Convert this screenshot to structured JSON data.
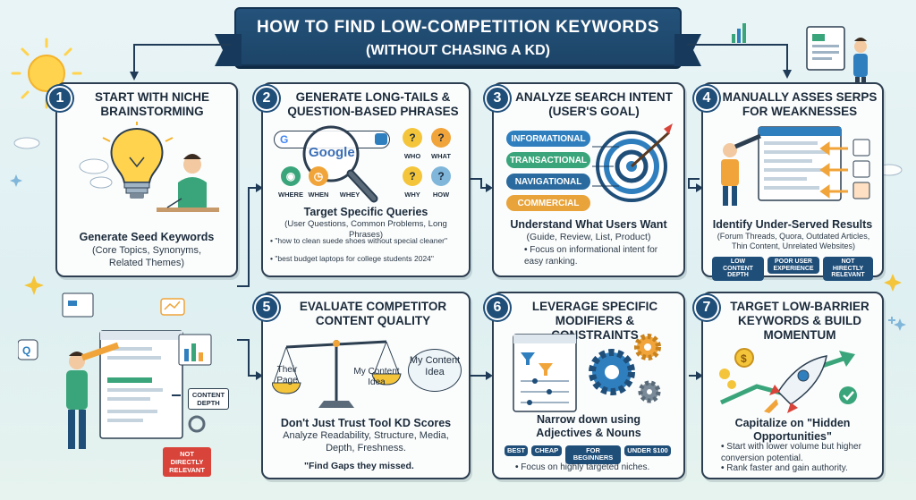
{
  "title": {
    "line1": "HOW TO FIND LOW-COMPETITION KEYWORDS",
    "line2": "(WITHOUT CHASING A KD)"
  },
  "steps": [
    {
      "num": "1",
      "title": "START WITH NICHE BRAINSTORMING",
      "subtitle": "Generate Seed Keywords",
      "detail": "(Core Topics, Synonyms, Related Themes)"
    },
    {
      "num": "2",
      "title": "GENERATE LONG-TAILS & QUESTION-BASED PHRASES",
      "search_word": "Google",
      "questions": [
        "WHO",
        "WHAT",
        "WHERE",
        "WHEN",
        "WHEY",
        "WHY",
        "HOW"
      ],
      "subtitle": "Target Specific Queries",
      "detail": "(User Questions, Common Problems, Long Phrases)",
      "bullets": [
        "\"how to clean suede shoes without special cleaner\"",
        "\"best budget laptops for college students 2024\""
      ]
    },
    {
      "num": "3",
      "title": "ANALYZE SEARCH INTENT (USER'S GOAL)",
      "intents": [
        "INFORMATIONAL",
        "TRANSACTIONAL",
        "NAVIGATIONAL",
        "COMMERCIAL"
      ],
      "subtitle": "Understand What Users Want",
      "detail": "(Guide, Review, List, Product)",
      "bullet": "Focus on informational intent for easy ranking."
    },
    {
      "num": "4",
      "title": "MANUALLY ASSES SERPS FOR WEAKNESSES",
      "subtitle": "Identify Under-Served Results",
      "detail": "(Forum Threads, Quora, Outdated Articles, Thin Content, Unrelated Websites)",
      "tags": [
        "LOW CONTENT DEPTH",
        "POOR USER EXPERIENCE",
        "NOT HIRECTLY RELEVANT"
      ]
    },
    {
      "num": "5",
      "title": "EVALUATE COMPETITOR CONTENT QUALITY",
      "scale_left": "Their Page",
      "scale_right": "My Content Idea",
      "bubble": "My Content Idea",
      "subtitle": "Don't Just Trust Tool KD Scores",
      "detail": "Analyze Readability, Structure, Media, Depth, Freshness.",
      "quote": "\"Find Gaps they missed."
    },
    {
      "num": "6",
      "title": "LEVERAGE SPECIFIC MODIFIERS & CONSTRAINTS",
      "subtitle": "Narrow down using Adjectives & Nouns",
      "modifiers": [
        "BEST",
        "CHEAP",
        "FOR BEGINNERS",
        "UNDER $100"
      ],
      "bullet": "Focus on highly targeted niches."
    },
    {
      "num": "7",
      "title": "TARGET LOW-BARRIER KEYWORDS & BUILD MOMENTUM",
      "subtitle": "Capitalize on \"Hidden Opportunities\"",
      "bullets": [
        "Start with lower volume but higher conversion potential.",
        "Rank faster and gain authority."
      ]
    }
  ],
  "left_panel": {
    "callout1": "CONTENT DEPTH",
    "callout2": "NOT DIRECTLY RELEVANT"
  },
  "colors": {
    "navy": "#1f4e79",
    "informational": "#2f7fbf",
    "transactional": "#3aa57a",
    "navigational": "#2a6a9e",
    "commercial": "#e8a33a",
    "accent_orange": "#f0a43a",
    "accent_red": "#d9443a"
  }
}
